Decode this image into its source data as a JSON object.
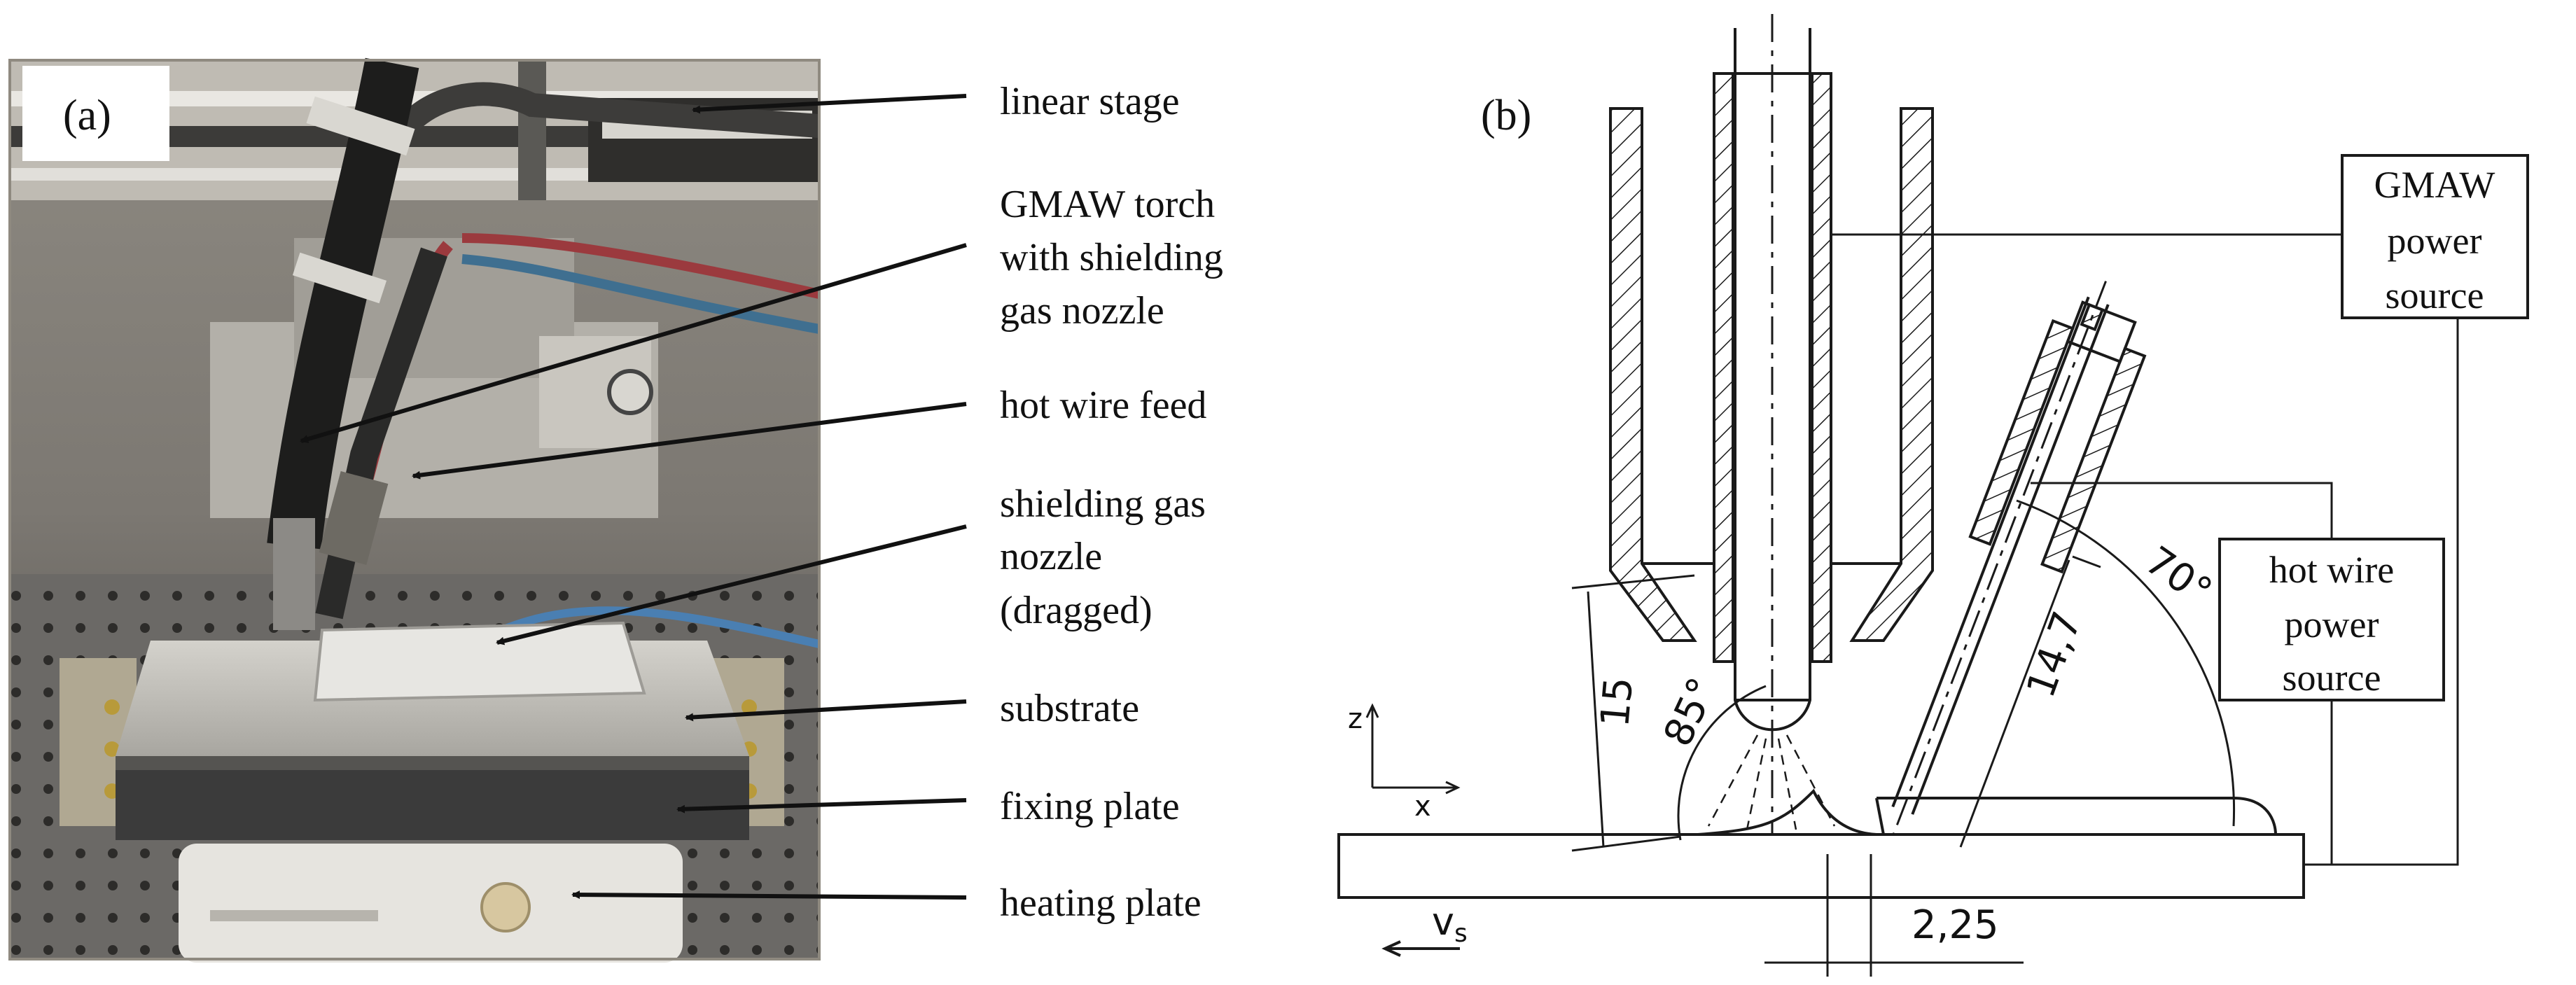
{
  "panel_a": {
    "label": "(a)",
    "annotations": {
      "linear_stage": [
        "linear stage"
      ],
      "torch": [
        "GMAW torch",
        "with shielding",
        "gas nozzle"
      ],
      "hotwire_feed": [
        "hot wire feed"
      ],
      "nozzle_dragged": [
        "shielding gas",
        "nozzle",
        "(dragged)"
      ],
      "substrate": [
        "substrate"
      ],
      "fixing_plate": [
        "fixing plate"
      ],
      "heating_plate": [
        "heating plate"
      ]
    }
  },
  "panel_b": {
    "label": "(b)",
    "gmaw_box": [
      "GMAW",
      "power",
      "source"
    ],
    "hotwire_box": [
      "hot wire",
      "power",
      "source"
    ],
    "dim_15": "15",
    "dim_85": "85°",
    "dim_14_7": "14,7",
    "dim_70": "70°",
    "dim_2_25": "2,25",
    "axis_z": "z",
    "axis_x": "x",
    "travel": "v",
    "travel_sub": "s"
  },
  "colors": {
    "background": "#ffffff",
    "line": "#1a1a1a",
    "photo_frame": "#8f8a80",
    "photo_bg": "#6c6a66",
    "cable_red": "#9b3a3e",
    "cable_blue": "#3f6f90",
    "substrate": "#c9c7c2",
    "fixing_plate": "#3b3b3b",
    "heating_plate": "#e6e4df"
  }
}
